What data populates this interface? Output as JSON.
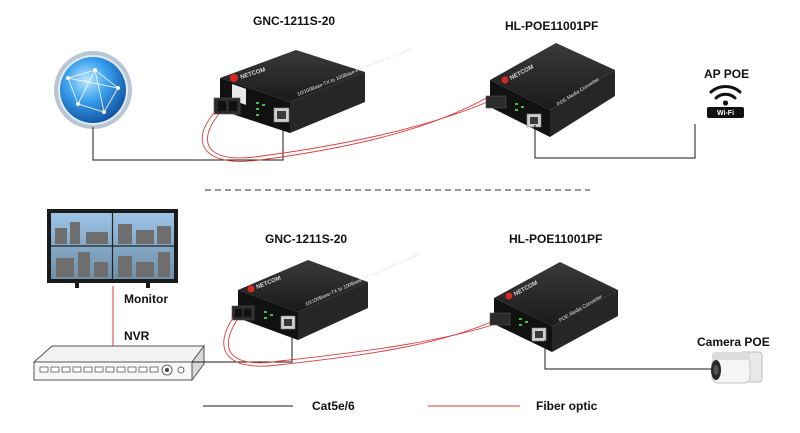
{
  "top": {
    "converter_left_label": "GNC-1211S-20",
    "converter_right_label": "HL-POE11001PF",
    "endpoint_label": "AP POE",
    "wifi_badge": "Wi-Fi"
  },
  "bottom": {
    "converter_left_label": "GNC-1211S-20",
    "converter_right_label": "HL-POE11001PF",
    "monitor_label": "Monitor",
    "nvr_label": "NVR",
    "camera_label": "Camera POE"
  },
  "device_text": {
    "brand": "NETCOM",
    "gnc_side": "10/100Base-TX to 100Base-FX Fast Ethernet Converter",
    "poe_side": "POE Media Converter"
  },
  "legend": {
    "cat_label": "Cat5e/6",
    "fiber_label": "Fiber optic"
  },
  "colors": {
    "cat_cable": "#1a1a1a",
    "fiber_cable": "#e03a3a",
    "device_body": "#1c1c1c",
    "globe": "#2f8fe0",
    "accent_red": "#d42a1f"
  },
  "icons": {
    "internet": "globe-icon",
    "ap": "wifi-icon",
    "camera": "camera-icon",
    "monitor": "monitor-icon",
    "nvr": "nvr-icon"
  }
}
